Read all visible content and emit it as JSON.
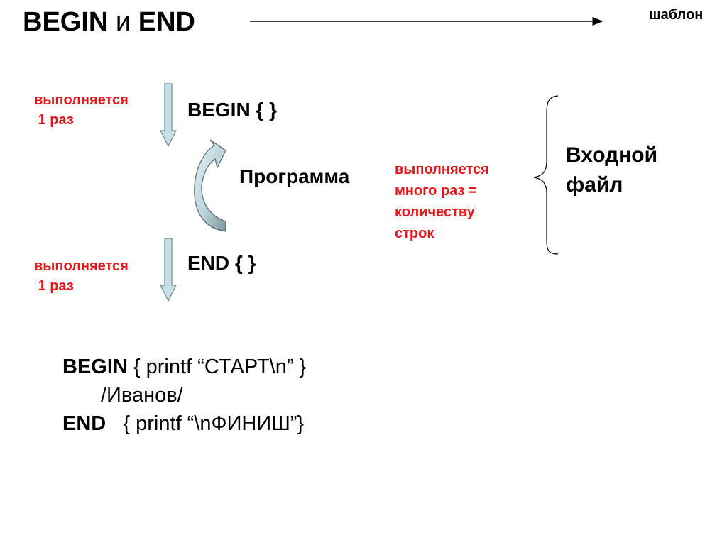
{
  "title": {
    "begin": "BEGIN",
    "and": "и",
    "end": "END"
  },
  "template_label": "шаблон",
  "begin_note": [
    "выполняется",
    " 1 раз"
  ],
  "begin_block": "BEGIN { }",
  "program_label": "Программа",
  "end_block": "END { }",
  "end_note": [
    "выполняется",
    " 1 раз"
  ],
  "many_note": [
    "выполняется",
    "много раз =",
    "количеству",
    "строк"
  ],
  "input_file": [
    "Входной",
    "файл"
  ],
  "code": {
    "line1_kw": "BEGIN",
    "line1_rest": " { printf “СТАРТ\\n” }",
    "line2": "/Иванов/",
    "line3_kw": "END",
    "line3_rest": "   { printf “\\nФИНИШ”}"
  },
  "colors": {
    "accent_red": "#e8161a",
    "arrow_fill": "#c6dfe6",
    "curved_arrow_light": "#d7ecef",
    "curved_arrow_dark": "#8aa3a8"
  }
}
